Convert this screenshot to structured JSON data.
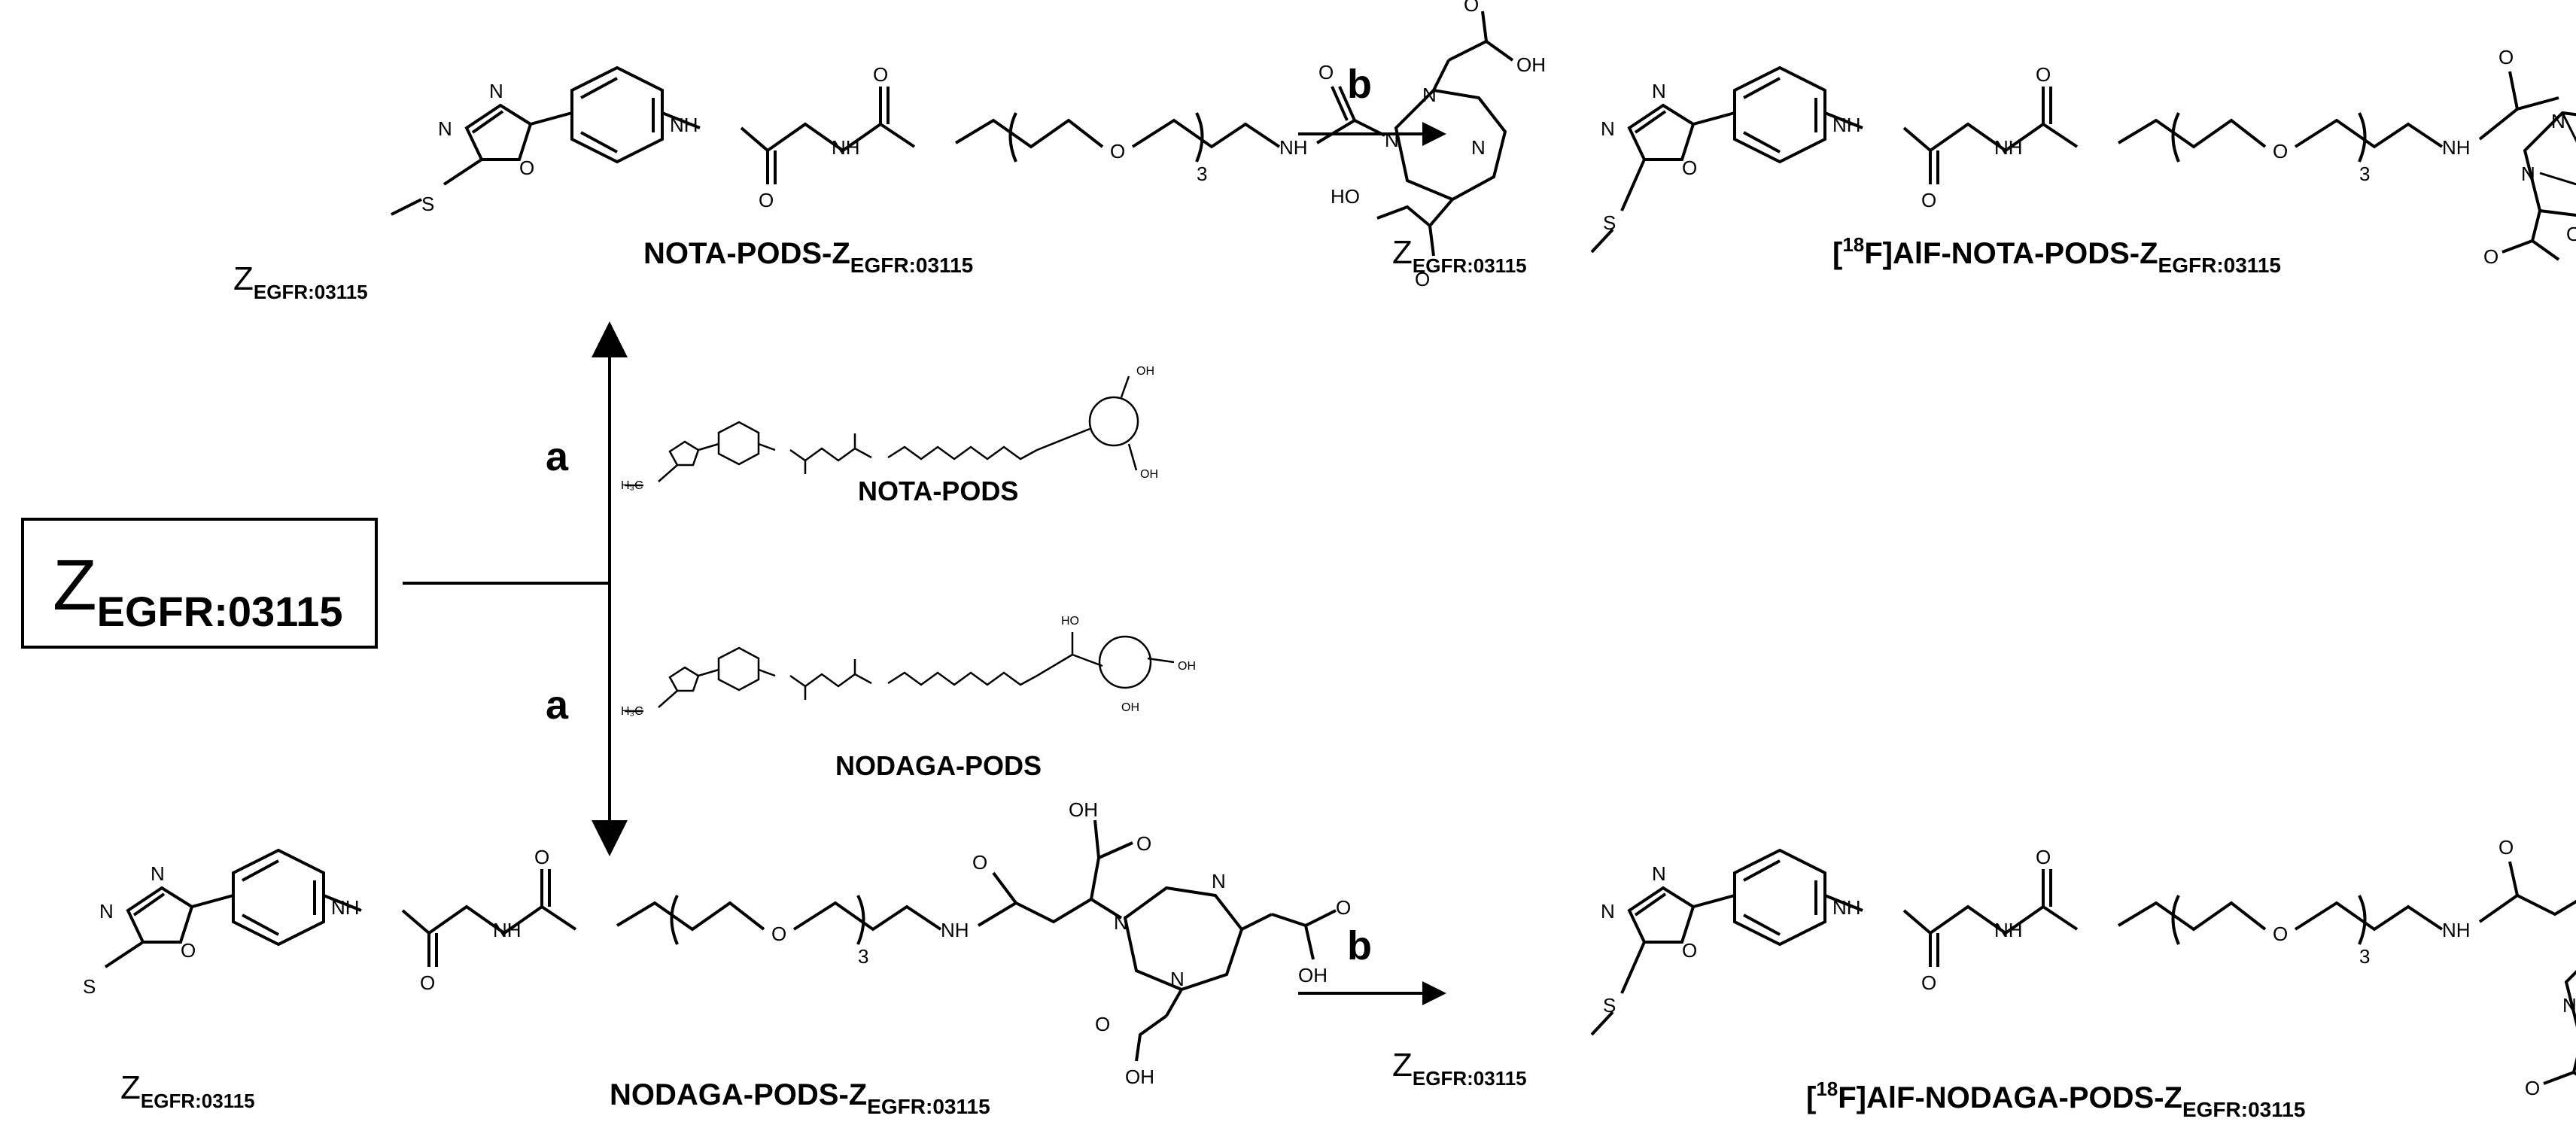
{
  "start": {
    "main": "Z",
    "sub": "EGFR:03115"
  },
  "labels": {
    "step_a": "a",
    "step_b": "b"
  },
  "reagents": {
    "nota_pods": "NOTA-PODS",
    "nodaga_pods": "NODAGA-PODS"
  },
  "compounds": {
    "nota_conj": {
      "prefix": "",
      "name": "NOTA-PODS-Z",
      "sub": "EGFR:03115"
    },
    "nodaga_conj": {
      "prefix": "",
      "name": "NODAGA-PODS-Z",
      "sub": "EGFR:03115"
    },
    "nota_al": {
      "prefix": "[",
      "sup": "18",
      "name": "F]AlF-NOTA-PODS-Z",
      "sub": "EGFR:03115"
    },
    "nodaga_al": {
      "prefix": "[",
      "sup": "18",
      "name": "F]AlF-NODAGA-PODS-Z",
      "sub": "EGFR:03115"
    }
  },
  "protein_tag": {
    "main": "Z",
    "sub": "EGFR:03115"
  },
  "atoms": {
    "N": "N",
    "O": "O",
    "S": "S",
    "NH": "NH",
    "OH": "OH",
    "HO": "HO",
    "Al": "Al",
    "F": "F",
    "F18": "18",
    "three": "3",
    "CH3": "H₃C"
  },
  "colors": {
    "ink": "#000000",
    "background": "#ffffff"
  }
}
